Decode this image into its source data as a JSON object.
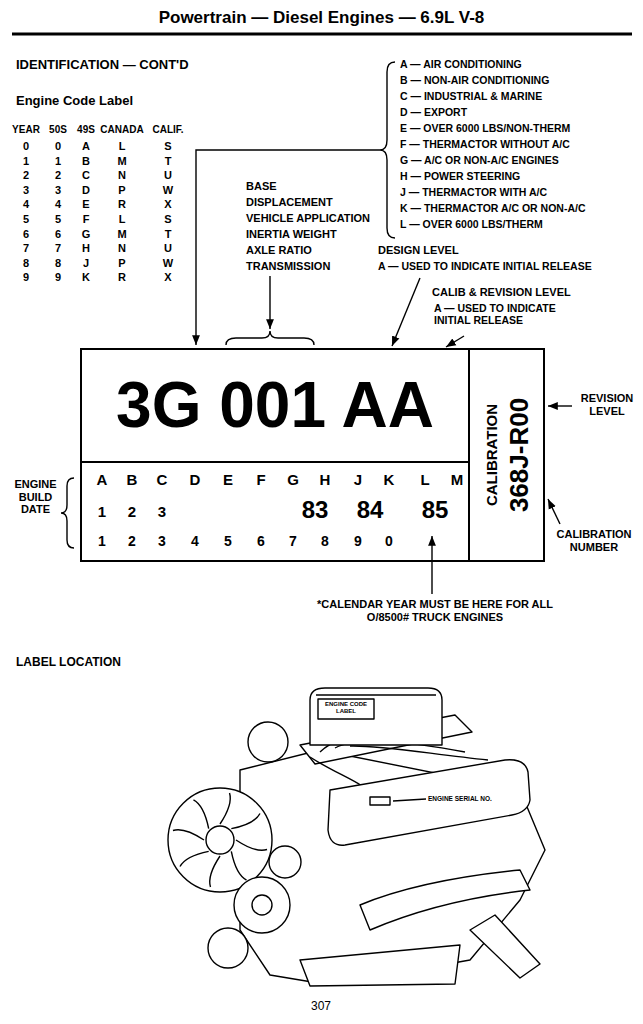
{
  "diagram": {
    "title": "Powertrain — Diesel Engines — 6.9L V-8",
    "nodes": [
      {
        "text": [
          "3G 001 AA"
        ]
      },
      {
        "text": [
          "A",
          "B",
          "C",
          "D",
          "E",
          "F",
          "G",
          "H",
          "J",
          "K",
          "L",
          "M",
          "1",
          "2",
          "3",
          "83",
          "84",
          "85",
          "1",
          "2",
          "3",
          "4",
          "5",
          "6",
          "7",
          "8",
          "9",
          "0"
        ]
      },
      {
        "text": [
          "CALIBRATION",
          "368J-R00"
        ]
      }
    ],
    "labels": [
      "IDENTIFICATION — CONT'D",
      "Engine Code Label",
      "YEAR",
      "50S",
      "49S",
      "CANADA",
      "CALIF.",
      "0",
      "0",
      "A",
      "L",
      "S",
      "1",
      "1",
      "B",
      "M",
      "T",
      "2",
      "2",
      "C",
      "N",
      "U",
      "3",
      "3",
      "D",
      "P",
      "W",
      "4",
      "4",
      "E",
      "R",
      "X",
      "5",
      "5",
      "F",
      "L",
      "S",
      "6",
      "6",
      "G",
      "M",
      "T",
      "7",
      "7",
      "H",
      "N",
      "U",
      "8",
      "8",
      "J",
      "P",
      "W",
      "9",
      "9",
      "K",
      "R",
      "X",
      "A — AIR CONDITIONING",
      "B — NON-AIR CONDITIONING",
      "C — INDUSTRIAL & MARINE",
      "D — EXPORT",
      "E — OVER 6000 LBS/NON-THERM",
      "F — THERMACTOR WITHOUT A/C",
      "G — A/C OR NON-A/C ENGINES",
      "H — POWER STEERING",
      "J — THERMACTOR WITH A/C",
      "K — THERMACTOR A/C OR NON-A/C",
      "L — OVER 6000 LBS/THERM",
      "BASE",
      "DISPLACEMENT",
      "VEHICLE APPLICATION",
      "INERTIA WEIGHT",
      "AXLE RATIO",
      "TRANSMISSION",
      "DESIGN LEVEL",
      "A — USED TO INDICATE INITIAL RELEASE",
      "CALIB & REVISION LEVEL",
      "A — USED TO INDICATE INITIAL RELEASE",
      "REVISION LEVEL",
      "CALIBRATION NUMBER",
      "ENGINE BUILD DATE",
      "*CALENDAR YEAR MUST BE HERE FOR ALL O/8500# TRUCK ENGINES",
      "LABEL LOCATION",
      "ENGINE CODE LABEL",
      "ENGINE SERIAL NO.",
      "307"
    ]
  }
}
